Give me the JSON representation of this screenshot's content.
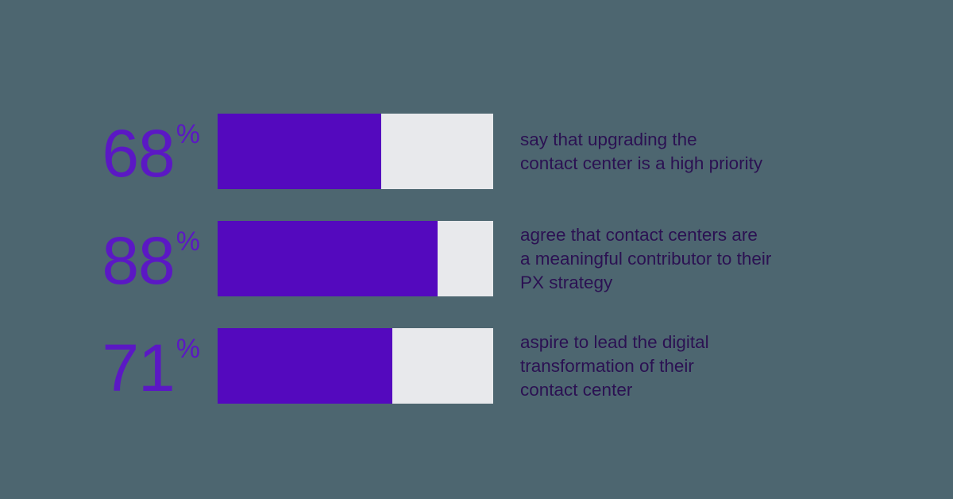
{
  "colors": {
    "background": "#4d6670",
    "bar_fill": "#5409be",
    "bar_track": "#e8e9ec",
    "percent_text": "#5b18c4",
    "caption_text": "#2b1152"
  },
  "chart_data": {
    "type": "bar",
    "title": "",
    "subtitle": "",
    "xlabel": "",
    "ylabel": "",
    "orientation": "horizontal",
    "grid": false,
    "legend": null,
    "xlim": [
      0,
      100
    ],
    "categories": [
      "say that upgrading the contact center is a high priority",
      "agree that contact centers are a meaningful contributor to their PX strategy",
      "aspire to lead the digital transformation of their contact center"
    ],
    "values": [
      68,
      88,
      71
    ],
    "value_labels": [
      "68%",
      "88%",
      "71%"
    ],
    "bar_fill_fractions": [
      0.594,
      0.798,
      0.634
    ]
  },
  "stats": [
    {
      "value": "68",
      "percent_sign": "%",
      "fill_percent": "59.4%",
      "caption_lines": [
        "say that upgrading the",
        "contact center is a high priority"
      ]
    },
    {
      "value": "88",
      "percent_sign": "%",
      "fill_percent": "79.8%",
      "caption_lines": [
        "agree that contact centers are",
        "a meaningful contributor to their",
        "PX strategy"
      ]
    },
    {
      "value": "71",
      "percent_sign": "%",
      "fill_percent": "63.4%",
      "caption_lines": [
        "aspire to lead the digital",
        "transformation of their",
        "contact center"
      ]
    }
  ]
}
